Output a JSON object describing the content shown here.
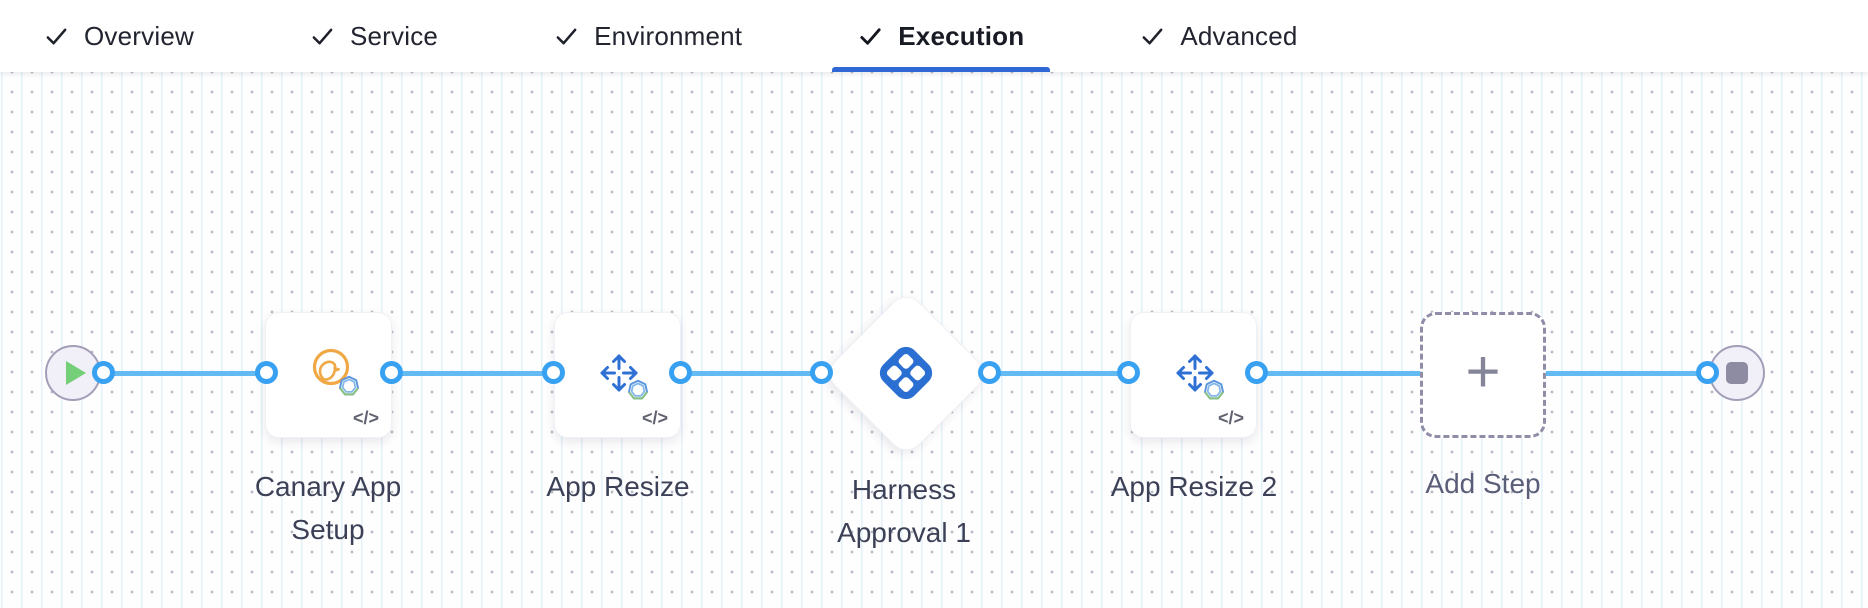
{
  "tabs": {
    "active_tab": "Execution",
    "items": [
      {
        "label": "Overview",
        "state": "completed"
      },
      {
        "label": "Service",
        "state": "completed"
      },
      {
        "label": "Environment",
        "state": "completed"
      },
      {
        "label": "Execution",
        "state": "active"
      },
      {
        "label": "Advanced",
        "state": "completed"
      }
    ]
  },
  "canvas": {
    "start_node": "start",
    "end_node": "stop",
    "template_glyph": "</>",
    "plus_glyph": "+",
    "nodes": [
      {
        "label": "Canary App Setup",
        "type": "step",
        "icon": "canary-bird-icon",
        "badges": [
          "gear-badge",
          "template-glyph"
        ]
      },
      {
        "label": "App Resize",
        "type": "step",
        "icon": "resize-arrows-icon",
        "badges": [
          "gear-badge",
          "template-glyph"
        ]
      },
      {
        "label": "Harness Approval 1",
        "type": "approval",
        "icon": "harness-logo-icon",
        "badges": []
      },
      {
        "label": "App Resize 2",
        "type": "step",
        "icon": "resize-arrows-icon",
        "badges": [
          "gear-badge",
          "template-glyph"
        ]
      },
      {
        "label": "Add Step",
        "type": "add-step-placeholder",
        "icon": "plus-icon",
        "badges": []
      }
    ]
  },
  "colors": {
    "connector_line": "#64bbf4",
    "connector_ring": "#38a1f1",
    "active_tab_underline": "#2f68d5",
    "canary_orange": "#f0a844",
    "step_icon_blue": "#2e70d4",
    "harness_blue": "#2c6fd2",
    "play_green": "#74cf78",
    "terminal_gray": "#8e8ca2"
  }
}
